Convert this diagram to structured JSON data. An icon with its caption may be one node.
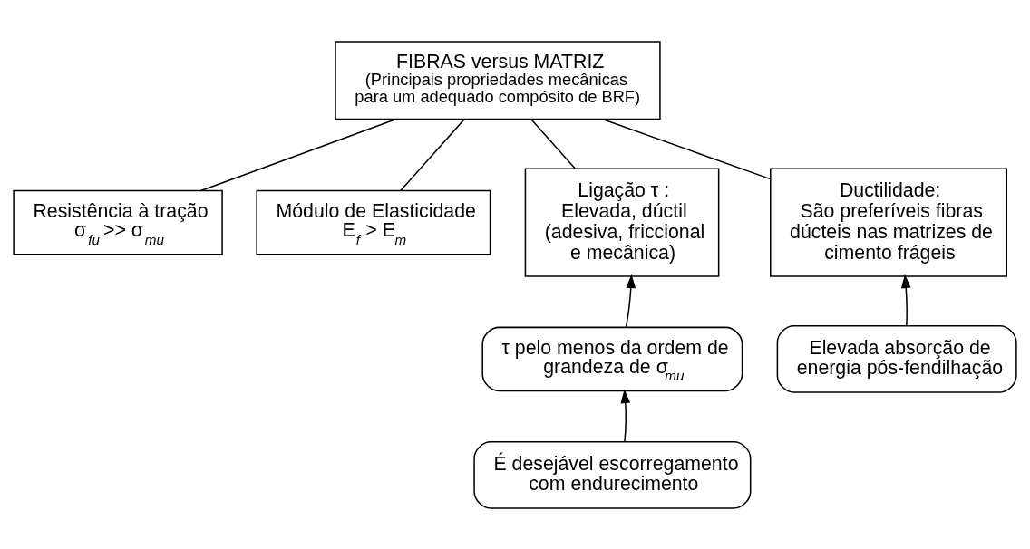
{
  "diagram": {
    "nodes": [
      {
        "text": [
          "FIBRAS versus MATRIZ",
          "(Principais propriedades mecânicas para um adequado compósito de BRF)"
        ]
      },
      {
        "text": [
          "Resistência à tração",
          "σ$_{fu}$ >> σ$_{mu}$"
        ]
      },
      {
        "text": [
          "Módulo de Elasticidade",
          "E$_{f}$ > E$_{m}$"
        ]
      },
      {
        "text": [
          "Ligação τ :",
          "Elevada, dúctil (adesiva, friccional e mecânica)"
        ]
      },
      {
        "text": [
          "Ductilidade:",
          "São preferíveis fibras dúcteis nas matrizes de cimento frágeis"
        ]
      },
      {
        "text": [
          "τ pelo menos da ordem de grandeza de σ$_{mu}$"
        ]
      },
      {
        "text": [
          "Elevada absorção de energia pós-fendilhação"
        ]
      },
      {
        "text": [
          "É desejável escorregamento com endurecimento"
        ]
      }
    ],
    "edges": [
      {
        "from": 0,
        "to": 1,
        "arrow": "none"
      },
      {
        "from": 0,
        "to": 2,
        "arrow": "none"
      },
      {
        "from": 0,
        "to": 3,
        "arrow": "none"
      },
      {
        "from": 0,
        "to": 4,
        "arrow": "none"
      },
      {
        "from": 5,
        "to": 3,
        "arrow": "to"
      },
      {
        "from": 6,
        "to": 4,
        "arrow": "to"
      },
      {
        "from": 7,
        "to": 5,
        "arrow": "to"
      }
    ]
  }
}
